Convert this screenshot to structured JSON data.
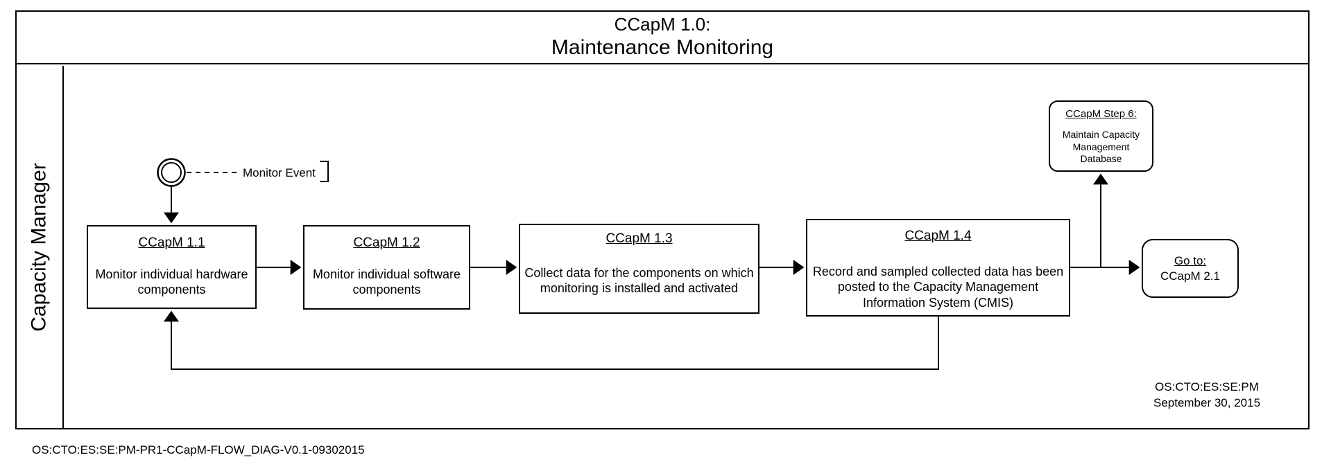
{
  "title": {
    "line1": "CCapM 1.0:",
    "line2": "Maintenance Monitoring"
  },
  "swimlane": {
    "label": "Capacity Manager"
  },
  "start_event": {
    "label": "Monitor Event"
  },
  "process_boxes": [
    {
      "heading": "CCapM 1.1",
      "body": "Monitor individual hardware components"
    },
    {
      "heading": "CCapM 1.2",
      "body": "Monitor individual software components"
    },
    {
      "heading": "CCapM 1.3",
      "body": "Collect data for the components on which monitoring is installed and activated"
    },
    {
      "heading": "CCapM 1.4",
      "body": "Record and sampled collected data has been posted to the Capacity Management Information System (CMIS)"
    }
  ],
  "references": {
    "step6": {
      "heading": "CCapM Step 6:",
      "body": "Maintain Capacity Management Database"
    },
    "goto": {
      "heading": "Go to:",
      "body": "CCapM 2.1"
    }
  },
  "footer": {
    "org": "OS:CTO:ES:SE:PM",
    "date": "September 30, 2015",
    "doc_id": "OS:CTO:ES:SE:PM-PR1-CCapM-FLOW_DIAG-V0.1-09302015"
  },
  "colors": {
    "line": "#000000",
    "background": "#ffffff"
  }
}
